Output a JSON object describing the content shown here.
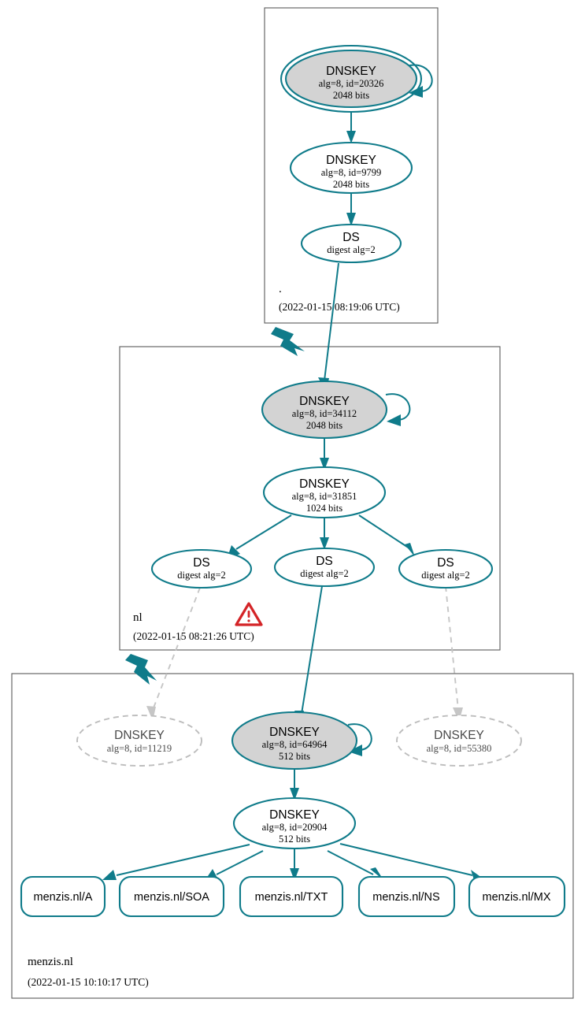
{
  "diagram": {
    "title": "DNSSEC Authentication Chain",
    "colors": {
      "secure": "#0f7b8a",
      "ksk_fill": "#d3d3d3",
      "insecure": "#c6c6c6",
      "zone_border": "#5a5a5a",
      "warning": "#d42427"
    }
  },
  "zones": [
    {
      "id": "root",
      "name": ".",
      "timestamp": "(2022-01-15 08:19:06 UTC)",
      "has_warning": false,
      "nodes": [
        {
          "id": "root-ksk",
          "type": "DNSKEY",
          "title": "DNSKEY",
          "params": "alg=8, id=20326",
          "size": "2048 bits",
          "alg": 8,
          "key_id": 20326,
          "bits": 2048,
          "role": "trust-anchor-ksk",
          "style": "double-ellipse-filled",
          "self_signed": true
        },
        {
          "id": "root-zsk",
          "type": "DNSKEY",
          "title": "DNSKEY",
          "params": "alg=8, id=9799",
          "size": "2048 bits",
          "alg": 8,
          "key_id": 9799,
          "bits": 2048,
          "role": "zsk",
          "style": "ellipse",
          "self_signed": false
        },
        {
          "id": "root-ds",
          "type": "DS",
          "title": "DS",
          "params": "digest alg=2",
          "size": "",
          "role": "ds",
          "style": "ellipse",
          "self_signed": false
        }
      ]
    },
    {
      "id": "nl",
      "name": "nl",
      "timestamp": "(2022-01-15 08:21:26 UTC)",
      "has_warning": true,
      "warning_icon": "warning-triangle-icon",
      "nodes": [
        {
          "id": "nl-ksk",
          "type": "DNSKEY",
          "title": "DNSKEY",
          "params": "alg=8, id=34112",
          "size": "2048 bits",
          "alg": 8,
          "key_id": 34112,
          "bits": 2048,
          "role": "ksk",
          "style": "ellipse-filled",
          "self_signed": true
        },
        {
          "id": "nl-zsk",
          "type": "DNSKEY",
          "title": "DNSKEY",
          "params": "alg=8, id=31851",
          "size": "1024 bits",
          "alg": 8,
          "key_id": 31851,
          "bits": 1024,
          "role": "zsk",
          "style": "ellipse",
          "self_signed": false
        },
        {
          "id": "nl-ds-left",
          "type": "DS",
          "title": "DS",
          "params": "digest alg=2",
          "size": "",
          "role": "ds",
          "style": "ellipse",
          "self_signed": false
        },
        {
          "id": "nl-ds-mid",
          "type": "DS",
          "title": "DS",
          "params": "digest alg=2",
          "size": "",
          "role": "ds",
          "style": "ellipse",
          "self_signed": false
        },
        {
          "id": "nl-ds-right",
          "type": "DS",
          "title": "DS",
          "params": "digest alg=2",
          "size": "",
          "role": "ds",
          "style": "ellipse",
          "self_signed": false
        }
      ]
    },
    {
      "id": "menzis",
      "name": "menzis.nl",
      "timestamp": "(2022-01-15 10:10:17 UTC)",
      "has_warning": false,
      "nodes": [
        {
          "id": "menzis-key-11219",
          "type": "DNSKEY",
          "title": "DNSKEY",
          "params": "alg=8, id=11219",
          "size": "",
          "alg": 8,
          "key_id": 11219,
          "role": "unvalidated-key",
          "style": "ellipse-dashed",
          "self_signed": false
        },
        {
          "id": "menzis-ksk",
          "type": "DNSKEY",
          "title": "DNSKEY",
          "params": "alg=8, id=64964",
          "size": "512 bits",
          "alg": 8,
          "key_id": 64964,
          "bits": 512,
          "role": "ksk",
          "style": "ellipse-filled",
          "self_signed": true
        },
        {
          "id": "menzis-key-55380",
          "type": "DNSKEY",
          "title": "DNSKEY",
          "params": "alg=8, id=55380",
          "size": "",
          "alg": 8,
          "key_id": 55380,
          "role": "unvalidated-key",
          "style": "ellipse-dashed",
          "self_signed": false
        },
        {
          "id": "menzis-zsk",
          "type": "DNSKEY",
          "title": "DNSKEY",
          "params": "alg=8, id=20904",
          "size": "512 bits",
          "alg": 8,
          "key_id": 20904,
          "bits": 512,
          "role": "zsk",
          "style": "ellipse",
          "self_signed": false
        }
      ],
      "rrsets": [
        {
          "id": "rrset-a",
          "label": "menzis.nl/A"
        },
        {
          "id": "rrset-soa",
          "label": "menzis.nl/SOA"
        },
        {
          "id": "rrset-txt",
          "label": "menzis.nl/TXT"
        },
        {
          "id": "rrset-ns",
          "label": "menzis.nl/NS"
        },
        {
          "id": "rrset-mx",
          "label": "menzis.nl/MX"
        }
      ]
    }
  ]
}
